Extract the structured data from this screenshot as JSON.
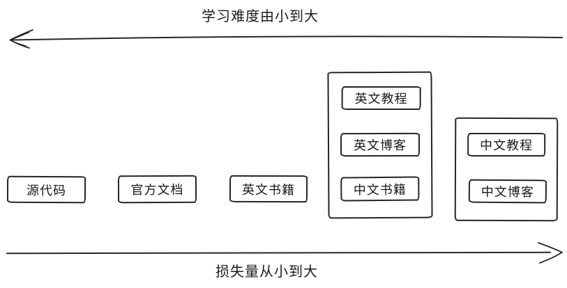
{
  "diagram": {
    "title_context": "learning-resources-difficulty-diagram",
    "top_axis": {
      "label": "学习难度由小到大",
      "arrow_direction": "left"
    },
    "bottom_axis": {
      "label": "损失量从小到大",
      "arrow_direction": "right"
    },
    "standalone_boxes": [
      {
        "label": "源代码"
      },
      {
        "label": "官方文档"
      },
      {
        "label": "英文书籍"
      }
    ],
    "groups": [
      {
        "name": "group-english-tutorials-blogs-chinese-books",
        "items": [
          {
            "label": "英文教程"
          },
          {
            "label": "英文博客"
          },
          {
            "label": "中文书籍"
          }
        ]
      },
      {
        "name": "group-chinese-tutorials-blogs",
        "items": [
          {
            "label": "中文教程"
          },
          {
            "label": "中文博客"
          }
        ]
      }
    ],
    "colors": {
      "stroke": "#262626",
      "text": "#1a1a1a",
      "background": "#ffffff"
    }
  }
}
